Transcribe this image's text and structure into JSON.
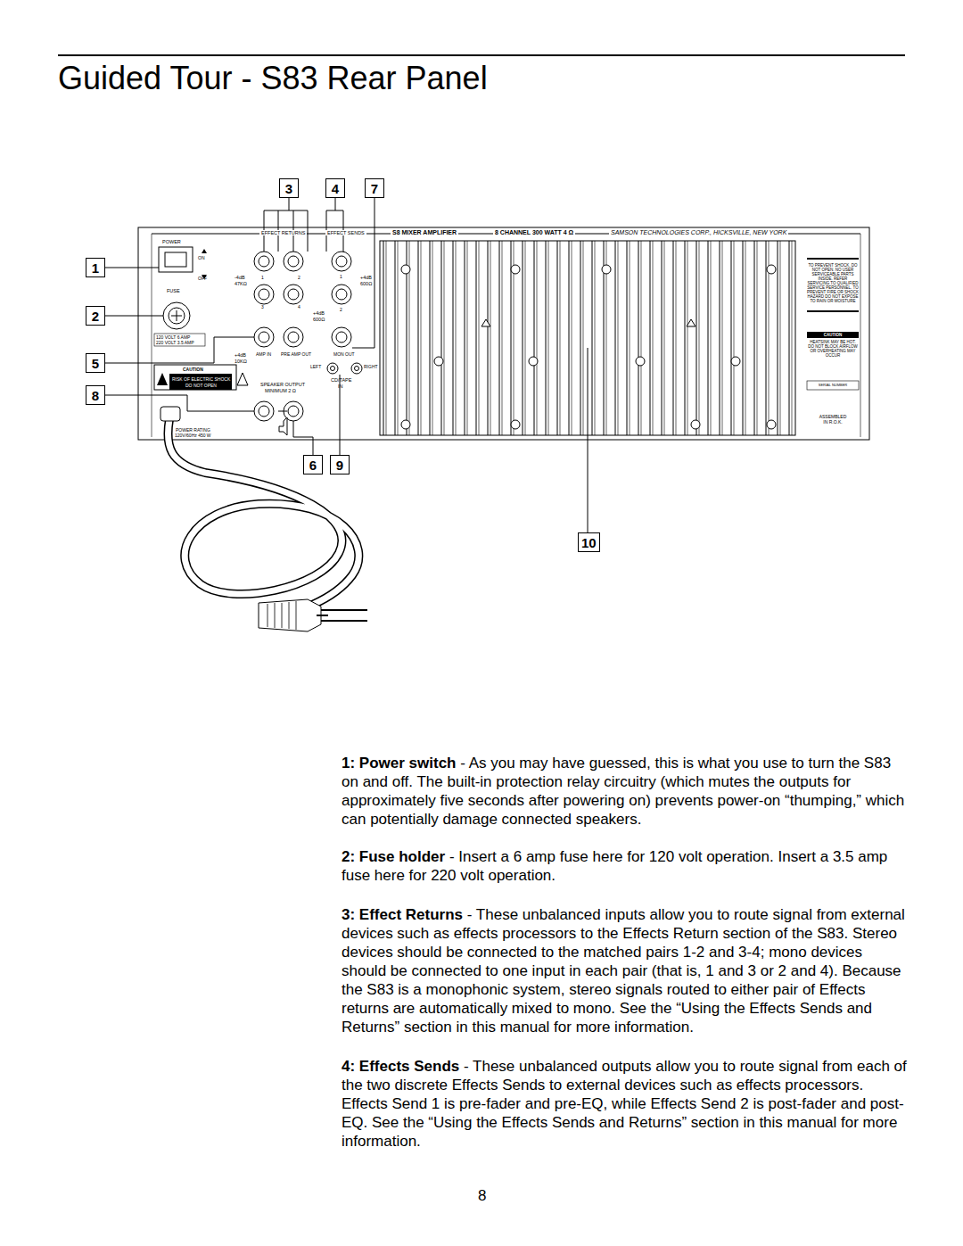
{
  "diagram": {
    "title": "Guided Tour - S83 Rear Panel",
    "nodes": [
      {
        "text": [
          "3"
        ]
      },
      {
        "text": [
          "4"
        ]
      },
      {
        "text": [
          "7"
        ]
      },
      {
        "text": [
          "1"
        ]
      },
      {
        "text": [
          "2"
        ]
      },
      {
        "text": [
          "5"
        ]
      },
      {
        "text": [
          "8"
        ]
      },
      {
        "text": [
          "6"
        ]
      },
      {
        "text": [
          "9"
        ]
      },
      {
        "text": [
          "10"
        ]
      }
    ],
    "labels": [
      "EFFECT RETURNS",
      "EFFECT SENDS",
      "S8  MIXER AMPLIFIER",
      "8 CHANNEL 300 WATT 4 Ω",
      "SAMSON TECHNOLOGIES CORP., HICKSVILLE, NEW YORK",
      "POWER",
      "ON",
      "OFF",
      "FUSE",
      "120 VOLT  6 AMP",
      "220 VOLT 3.5 AMP",
      "-4dB",
      "47KΩ",
      "1",
      "2",
      "3",
      "4",
      "+4dB",
      "600Ω",
      "1",
      "2",
      "+4dB",
      "600Ω",
      "+4dB",
      "10KΩ",
      "AMP IN",
      "PRE AMP OUT",
      "MON OUT",
      "LEFT",
      "RIGHT",
      "CD/TAPE",
      "IN",
      "CAUTION",
      "RISK OF ELECTRIC SHOCK",
      "DO NOT OPEN",
      "SPEAKER OUTPUT",
      "MINIMUM 2 Ω",
      "POWER RATING",
      "120V/60Hz 450 W",
      "TO PREVENT SHOCK, DO NOT OPEN. NO USER SERVICEABLE PARTS INSIDE. REFER SERVICING TO QUALIFIED SERVICE PERSONNEL. TO PREVENT FIRE OR SHOCK HAZARD DO NOT EXPOSE TO RAIN OR MOISTURE",
      "CAUTION",
      "HEATSINK MAY BE HOT. DO NOT BLOCK AIRFLOW OR OVERHEATING MAY OCCUR",
      "SERIAL NUMBER",
      "ASSEMBLED",
      "IN R.O.K.",
      "1: Power switch",
      "- As you may have guessed, this is what you use to turn the S83 on and off.  The built-in protection relay circuitry (which mutes the outputs for approximately five seconds after powering on) prevents power-on “thumping,” which can potentially damage connected speakers.",
      "2: Fuse holder",
      "- Insert a 6 amp fuse here for 120 volt operation.  Insert a 3.5 amp fuse here for 220 volt operation.",
      "3: Effect Returns",
      "-  These unbalanced inputs allow you to route signal from external devices such as effects processors to the Effects Return section of the S83.  Stereo devices should be connected to the matched pairs 1-2 and 3-4; mono devices should be connected to one input in each pair (that is, 1 and 3 or 2 and 4).  Because the S83 is a monophonic system, stereo signals routed to either pair of Effects returns are automatically mixed to mono.  See the “Using the Effects Sends and Returns” section in this manual for more information.",
      "4: Effects Sends",
      "- These unbalanced outputs allow you to route signal from each of the two discrete Effects Sends to external devices such as effects processors.  Effects Send 1 is pre-fader and pre-EQ, while Effects Send 2 is post-fader and post-EQ.  See the “Using the Effects Sends and Returns” section in this manual for more information.",
      "8"
    ]
  }
}
